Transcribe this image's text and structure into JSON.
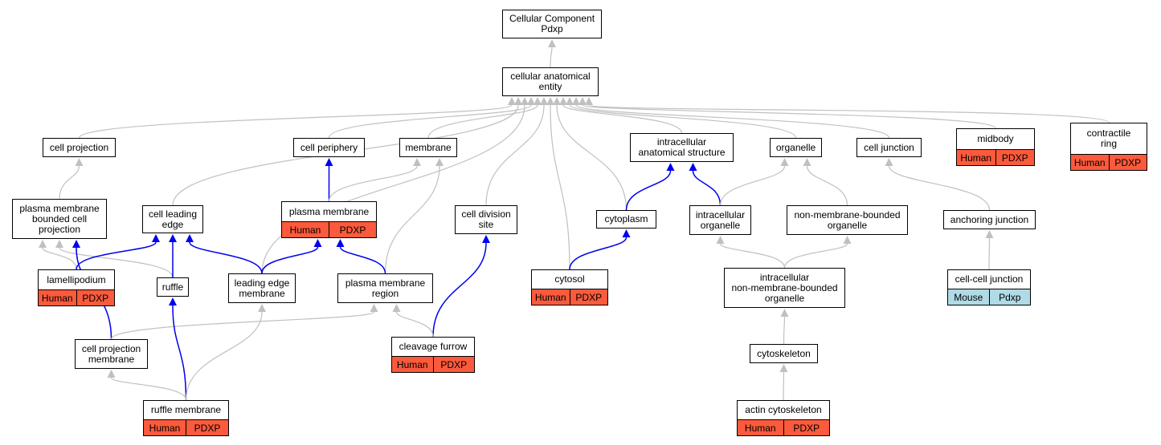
{
  "nodes": {
    "root": {
      "label": "Cellular Component\nPdxp"
    },
    "cae": {
      "label": "cellular anatomical\nentity"
    },
    "cell_projection": {
      "label": "cell projection"
    },
    "cell_periphery": {
      "label": "cell periphery"
    },
    "membrane": {
      "label": "membrane"
    },
    "ias": {
      "label": "intracellular\nanatomical structure"
    },
    "organelle": {
      "label": "organelle"
    },
    "cell_junction": {
      "label": "cell junction"
    },
    "midbody": {
      "label": "midbody",
      "badges": [
        "Human",
        "PDXP"
      ]
    },
    "contractile_ring": {
      "label": "contractile\nring",
      "badges": [
        "Human",
        "PDXP"
      ]
    },
    "pmbcp": {
      "label": "plasma membrane\nbounded cell\nprojection"
    },
    "cle": {
      "label": "cell leading\nedge"
    },
    "plasma_membrane": {
      "label": "plasma membrane",
      "badges": [
        "Human",
        "PDXP"
      ]
    },
    "cds": {
      "label": "cell division\nsite"
    },
    "cytoplasm": {
      "label": "cytoplasm"
    },
    "intracellular_organelle": {
      "label": "intracellular\norganelle"
    },
    "nmbo": {
      "label": "non-membrane-bounded\norganelle"
    },
    "anchoring_junction": {
      "label": "anchoring junction"
    },
    "lamellipodium": {
      "label": "lamellipodium",
      "badges": [
        "Human",
        "PDXP"
      ]
    },
    "ruffle": {
      "label": "ruffle"
    },
    "lem": {
      "label": "leading edge\nmembrane"
    },
    "pmr": {
      "label": "plasma membrane\nregion"
    },
    "cytosol": {
      "label": "cytosol",
      "badges": [
        "Human",
        "PDXP"
      ]
    },
    "inmbo": {
      "label": "intracellular\nnon-membrane-bounded\norganelle"
    },
    "ccj": {
      "label": "cell-cell junction",
      "badges": [
        "Mouse",
        "Pdxp"
      ]
    },
    "cpm": {
      "label": "cell projection\nmembrane"
    },
    "cleavage_furrow": {
      "label": "cleavage furrow",
      "badges": [
        "Human",
        "PDXP"
      ]
    },
    "cytoskeleton": {
      "label": "cytoskeleton"
    },
    "ruffle_membrane": {
      "label": "ruffle membrane",
      "badges": [
        "Human",
        "PDXP"
      ]
    },
    "actin_cytoskeleton": {
      "label": "actin cytoskeleton",
      "badges": [
        "Human",
        "PDXP"
      ]
    }
  },
  "edges": [
    {
      "from": "cae",
      "to": "root",
      "kind": "is_a"
    },
    {
      "from": "cell_projection",
      "to": "cae",
      "kind": "is_a"
    },
    {
      "from": "cle",
      "to": "cae",
      "kind": "is_a"
    },
    {
      "from": "lem",
      "to": "cae",
      "kind": "is_a"
    },
    {
      "from": "cell_periphery",
      "to": "cae",
      "kind": "is_a"
    },
    {
      "from": "membrane",
      "to": "cae",
      "kind": "is_a"
    },
    {
      "from": "cds",
      "to": "cae",
      "kind": "is_a"
    },
    {
      "from": "cytosol",
      "to": "cae",
      "kind": "is_a"
    },
    {
      "from": "cytoplasm",
      "to": "cae",
      "kind": "is_a"
    },
    {
      "from": "ias",
      "to": "cae",
      "kind": "is_a"
    },
    {
      "from": "organelle",
      "to": "cae",
      "kind": "is_a"
    },
    {
      "from": "cell_junction",
      "to": "cae",
      "kind": "is_a"
    },
    {
      "from": "midbody",
      "to": "cae",
      "kind": "is_a"
    },
    {
      "from": "contractile_ring",
      "to": "cae",
      "kind": "is_a"
    },
    {
      "from": "pmbcp",
      "to": "cell_projection",
      "kind": "is_a"
    },
    {
      "from": "plasma_membrane",
      "to": "cell_periphery",
      "kind": "part_of"
    },
    {
      "from": "plasma_membrane",
      "to": "membrane",
      "kind": "is_a"
    },
    {
      "from": "pmr",
      "to": "membrane",
      "kind": "is_a"
    },
    {
      "from": "cytoplasm",
      "to": "ias",
      "kind": "part_of"
    },
    {
      "from": "intracellular_organelle",
      "to": "ias",
      "kind": "part_of"
    },
    {
      "from": "intracellular_organelle",
      "to": "organelle",
      "kind": "is_a"
    },
    {
      "from": "nmbo",
      "to": "organelle",
      "kind": "is_a"
    },
    {
      "from": "anchoring_junction",
      "to": "cell_junction",
      "kind": "is_a"
    },
    {
      "from": "lamellipodium",
      "to": "pmbcp",
      "kind": "is_a"
    },
    {
      "from": "ruffle",
      "to": "pmbcp",
      "kind": "is_a"
    },
    {
      "from": "lamellipodium",
      "to": "cle",
      "kind": "part_of"
    },
    {
      "from": "ruffle",
      "to": "cle",
      "kind": "part_of"
    },
    {
      "from": "lem",
      "to": "cle",
      "kind": "part_of"
    },
    {
      "from": "lem",
      "to": "plasma_membrane",
      "kind": "part_of"
    },
    {
      "from": "pmr",
      "to": "plasma_membrane",
      "kind": "part_of"
    },
    {
      "from": "cleavage_furrow",
      "to": "cds",
      "kind": "part_of"
    },
    {
      "from": "cytosol",
      "to": "cytoplasm",
      "kind": "part_of"
    },
    {
      "from": "inmbo",
      "to": "intracellular_organelle",
      "kind": "is_a"
    },
    {
      "from": "inmbo",
      "to": "nmbo",
      "kind": "is_a"
    },
    {
      "from": "ccj",
      "to": "anchoring_junction",
      "kind": "is_a"
    },
    {
      "from": "cpm",
      "to": "pmbcp",
      "kind": "part_of"
    },
    {
      "from": "cpm",
      "to": "pmr",
      "kind": "is_a"
    },
    {
      "from": "ruffle_membrane",
      "to": "ruffle",
      "kind": "part_of"
    },
    {
      "from": "ruffle_membrane",
      "to": "cpm",
      "kind": "is_a"
    },
    {
      "from": "ruffle_membrane",
      "to": "lem",
      "kind": "is_a"
    },
    {
      "from": "cleavage_furrow",
      "to": "pmr",
      "kind": "is_a"
    },
    {
      "from": "cytoskeleton",
      "to": "inmbo",
      "kind": "is_a"
    },
    {
      "from": "actin_cytoskeleton",
      "to": "cytoskeleton",
      "kind": "is_a"
    }
  ],
  "colors": {
    "is_a_edge": "#c0c0c0",
    "part_of_edge": "#0000ee",
    "human_badge": "#fb5a3c",
    "mouse_badge": "#b0dae6"
  }
}
